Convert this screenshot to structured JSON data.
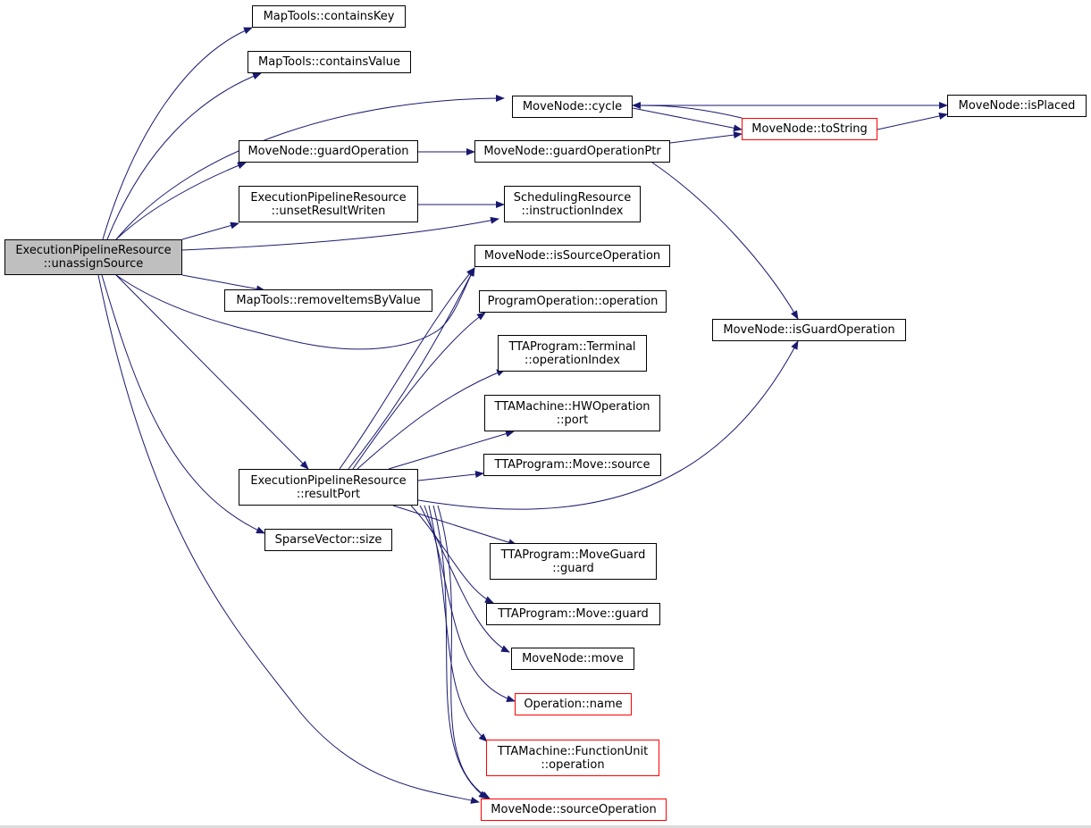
{
  "diagram": {
    "edge_color": "#191970",
    "root_fill": "#bfbfbf",
    "external_border": "#ff0000",
    "nodes": [
      {
        "id": "root",
        "lines": [
          "ExecutionPipelineResource",
          "::unassignSource"
        ],
        "root": true
      },
      {
        "id": "containsKey",
        "lines": [
          "MapTools::containsKey"
        ]
      },
      {
        "id": "containsValue",
        "lines": [
          "MapTools::containsValue"
        ]
      },
      {
        "id": "cycle",
        "lines": [
          "MoveNode::cycle"
        ]
      },
      {
        "id": "isPlaced",
        "lines": [
          "MoveNode::isPlaced"
        ]
      },
      {
        "id": "toString",
        "lines": [
          "MoveNode::toString"
        ],
        "external": true
      },
      {
        "id": "guardOperation",
        "lines": [
          "MoveNode::guardOperation"
        ]
      },
      {
        "id": "guardOperationPtr",
        "lines": [
          "MoveNode::guardOperationPtr"
        ]
      },
      {
        "id": "unsetResultWriten",
        "lines": [
          "ExecutionPipelineResource",
          "::unsetResultWriten"
        ]
      },
      {
        "id": "instructionIndex",
        "lines": [
          "SchedulingResource",
          "::instructionIndex"
        ]
      },
      {
        "id": "isSourceOperation",
        "lines": [
          "MoveNode::isSourceOperation"
        ]
      },
      {
        "id": "removeItemsByValue",
        "lines": [
          "MapTools::removeItemsByValue"
        ]
      },
      {
        "id": "poOperation",
        "lines": [
          "ProgramOperation::operation"
        ]
      },
      {
        "id": "isGuardOperation",
        "lines": [
          "MoveNode::isGuardOperation"
        ]
      },
      {
        "id": "terminalOperationIndex",
        "lines": [
          "TTAProgram::Terminal",
          "::operationIndex"
        ]
      },
      {
        "id": "hwPort",
        "lines": [
          "TTAMachine::HWOperation",
          "::port"
        ]
      },
      {
        "id": "moveSource",
        "lines": [
          "TTAProgram::Move::source"
        ]
      },
      {
        "id": "resultPort",
        "lines": [
          "ExecutionPipelineResource",
          "::resultPort"
        ]
      },
      {
        "id": "sparseSize",
        "lines": [
          "SparseVector::size"
        ]
      },
      {
        "id": "moveGuardGuard",
        "lines": [
          "TTAProgram::MoveGuard",
          "::guard"
        ]
      },
      {
        "id": "moveGuard",
        "lines": [
          "TTAProgram::Move::guard"
        ]
      },
      {
        "id": "moveNodeMove",
        "lines": [
          "MoveNode::move"
        ]
      },
      {
        "id": "operationName",
        "lines": [
          "Operation::name"
        ],
        "external": true
      },
      {
        "id": "fuOperation",
        "lines": [
          "TTAMachine::FunctionUnit",
          "::operation"
        ],
        "external": true
      },
      {
        "id": "sourceOperation",
        "lines": [
          "MoveNode::sourceOperation"
        ],
        "external": true
      }
    ]
  }
}
